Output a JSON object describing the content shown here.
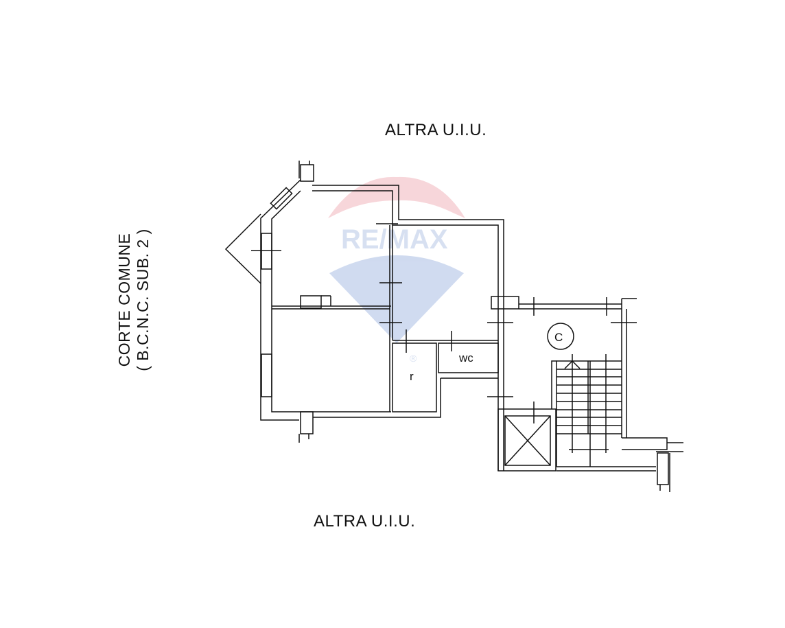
{
  "labels": {
    "top": "ALTRA  U.I.U.",
    "bottom": "ALTRA  U.I.U.",
    "side_line1": "CORTE COMUNE",
    "side_line2": "( B.C.N.C. SUB. 2 )"
  },
  "rooms": {
    "storage": "r",
    "wc": "wc",
    "common_area_marker": "C"
  },
  "watermark": {
    "brand": "RE/MAX",
    "registered": "®",
    "colors": {
      "red": "#e8a0a8",
      "blue": "#9fb4dc"
    }
  },
  "colors": {
    "line": "#111111",
    "background": "#ffffff"
  }
}
